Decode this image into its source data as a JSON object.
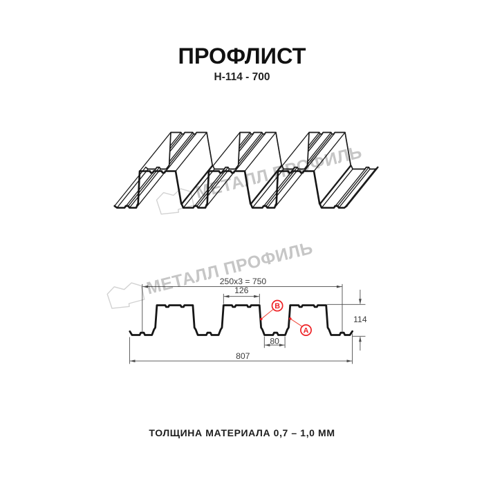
{
  "title": "ПРОФЛИСТ",
  "subtitle": "Н-114 - 700",
  "footer": "ТОЛЩИНА МАТЕРИАЛА 0,7 – 1,0 ММ",
  "watermark": {
    "text": "МЕТАЛЛ ПРОФИЛЬ"
  },
  "dimensions": {
    "pitch_formula": "250x3 = 750",
    "flange_width": "126",
    "rib_bottom_width": "80",
    "total_width": "807",
    "height": "114"
  },
  "labels": {
    "point_a": "А",
    "point_b": "В"
  },
  "colors": {
    "accent_red": "#ee2024",
    "profile_line": "#161616",
    "dimension_line": "#4a4a4a",
    "watermark_gray": "#c9c9c9"
  }
}
